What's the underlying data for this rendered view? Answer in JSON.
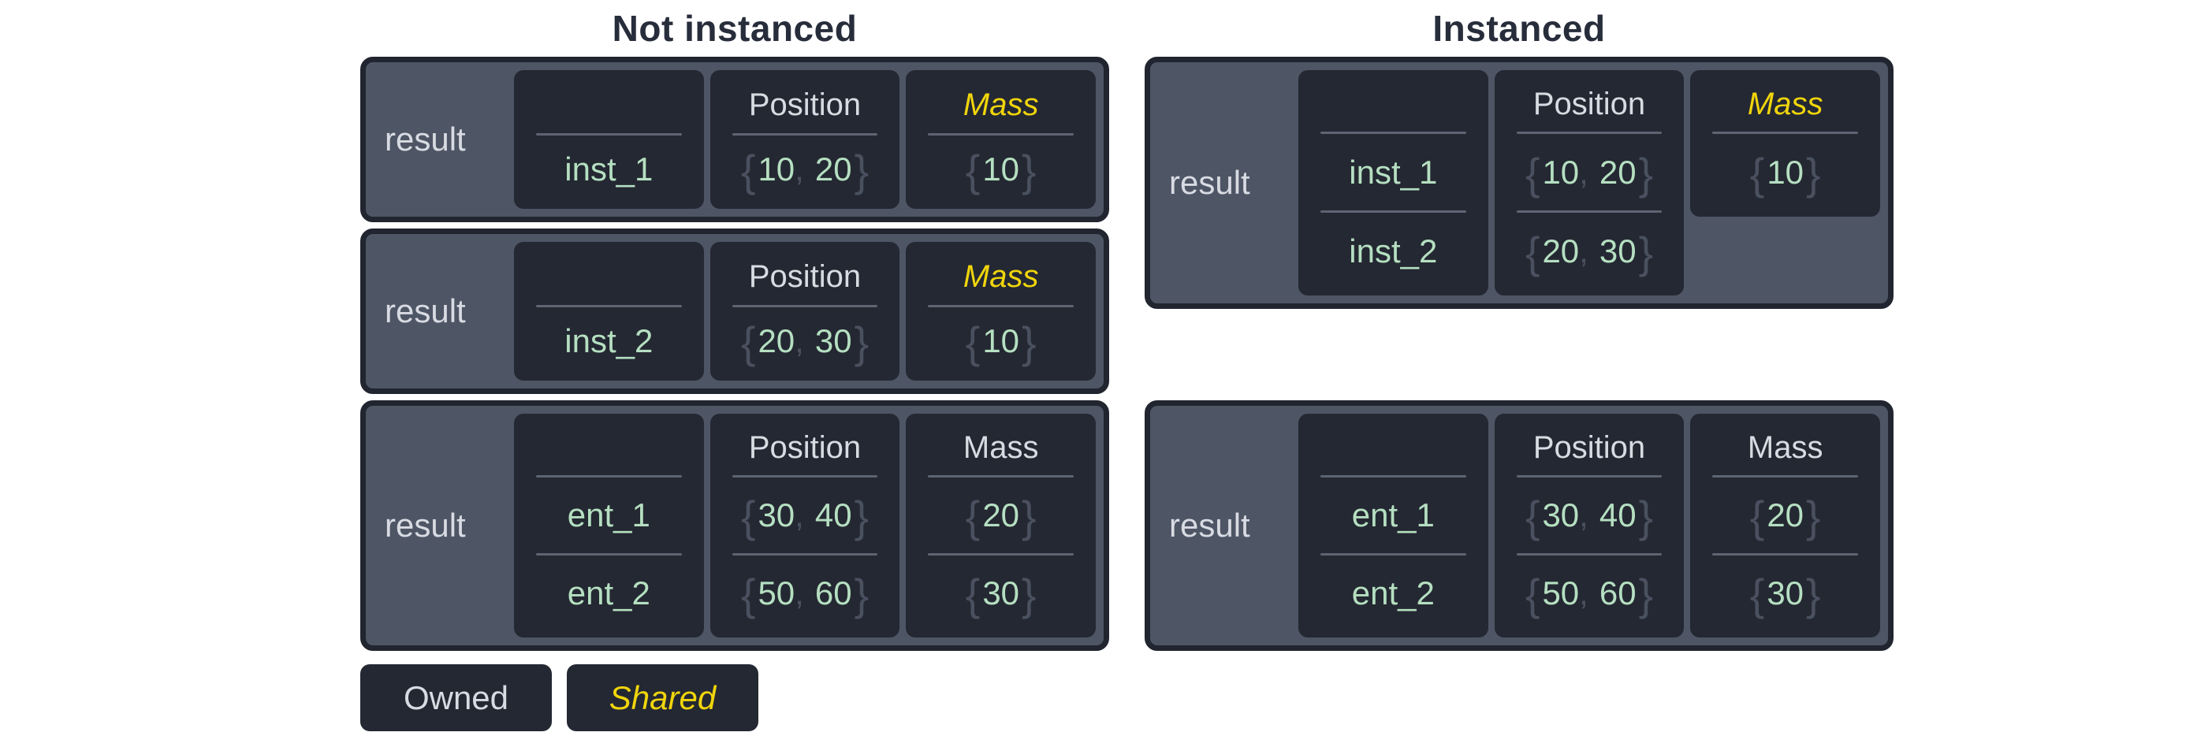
{
  "titles": {
    "left": "Not instanced",
    "right": "Instanced"
  },
  "result_label": "result",
  "headers": {
    "position": "Position",
    "mass": "Mass"
  },
  "entities": {
    "inst_1": "inst_1",
    "inst_2": "inst_2",
    "ent_1": "ent_1",
    "ent_2": "ent_2"
  },
  "values": {
    "pos_inst_1": [
      "10",
      "20"
    ],
    "pos_inst_2": [
      "20",
      "30"
    ],
    "mass_inst": "10",
    "pos_ent_1": [
      "30",
      "40"
    ],
    "pos_ent_2": [
      "50",
      "60"
    ],
    "mass_ent_1": "20",
    "mass_ent_2": "30"
  },
  "sym": {
    "open": "{",
    "close": "}",
    "comma": ","
  },
  "legend": {
    "owned": "Owned",
    "shared": "Shared"
  },
  "colors": {
    "page_background": "#ffffff",
    "box_background": "#4e5565",
    "box_border": "#21252f",
    "card_background": "#242832",
    "text_light": "#d8dbe2",
    "value_green": "#b5dfc1",
    "shared_yellow": "#f0d50c",
    "brace_gray": "#49505f",
    "divider_gray": "#5d6472",
    "title_text": "#272d3b"
  }
}
